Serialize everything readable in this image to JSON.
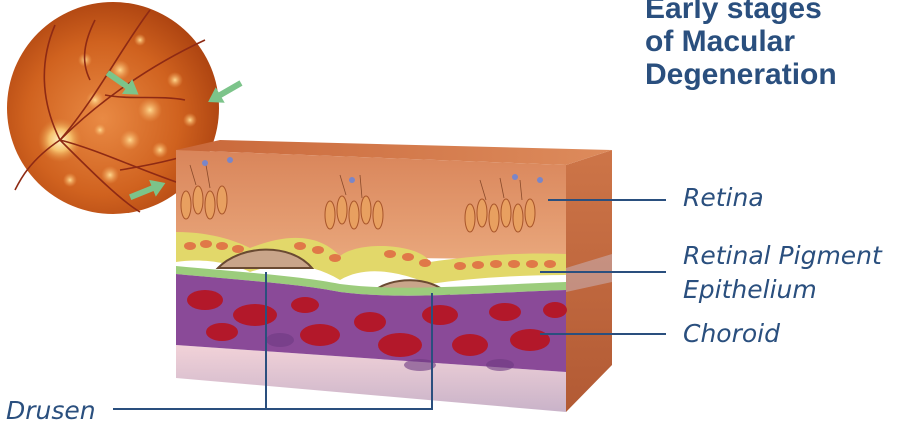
{
  "title": {
    "line1": "Early stages",
    "line2": "of Macular",
    "line3": "Degeneration"
  },
  "labels": {
    "retina": "Retina",
    "rpe_line1": "Retinal Pigment",
    "rpe_line2": "Epithelium",
    "choroid": "Choroid",
    "drusen": "Drusen"
  },
  "colors": {
    "label_text": "#2a4f7e",
    "leader_line": "#2a4f7e",
    "fundus": "#c8581c",
    "blood_vessel": "#8e2a14",
    "arrow": "#7cc48a",
    "rpe_band": "#e2d86a",
    "bruch_membrane": "#9ccc7c",
    "choroid_purple": "#8a4a98",
    "choroid_red": "#b3182a"
  }
}
